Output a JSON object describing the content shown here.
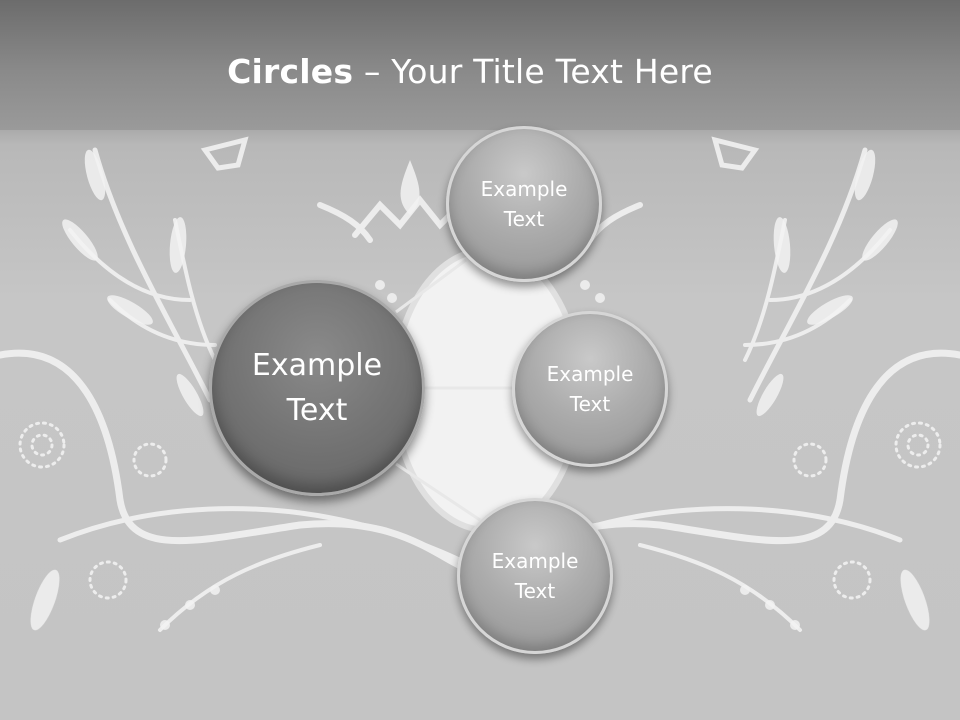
{
  "slide": {
    "title_bold": "Circles",
    "title_rest": " – Your Title Text Here"
  },
  "diagram": {
    "center": {
      "label": "Example\nText"
    },
    "satellites": [
      {
        "label": "Example\nText"
      },
      {
        "label": "Example\nText"
      },
      {
        "label": "Example\nText"
      }
    ]
  },
  "colors": {
    "title_band": "#7a7a7a",
    "background": "#c4c4c4",
    "center_fill": "#767676",
    "satellite_fill": "#acacac",
    "ornament": "#ffffff"
  }
}
